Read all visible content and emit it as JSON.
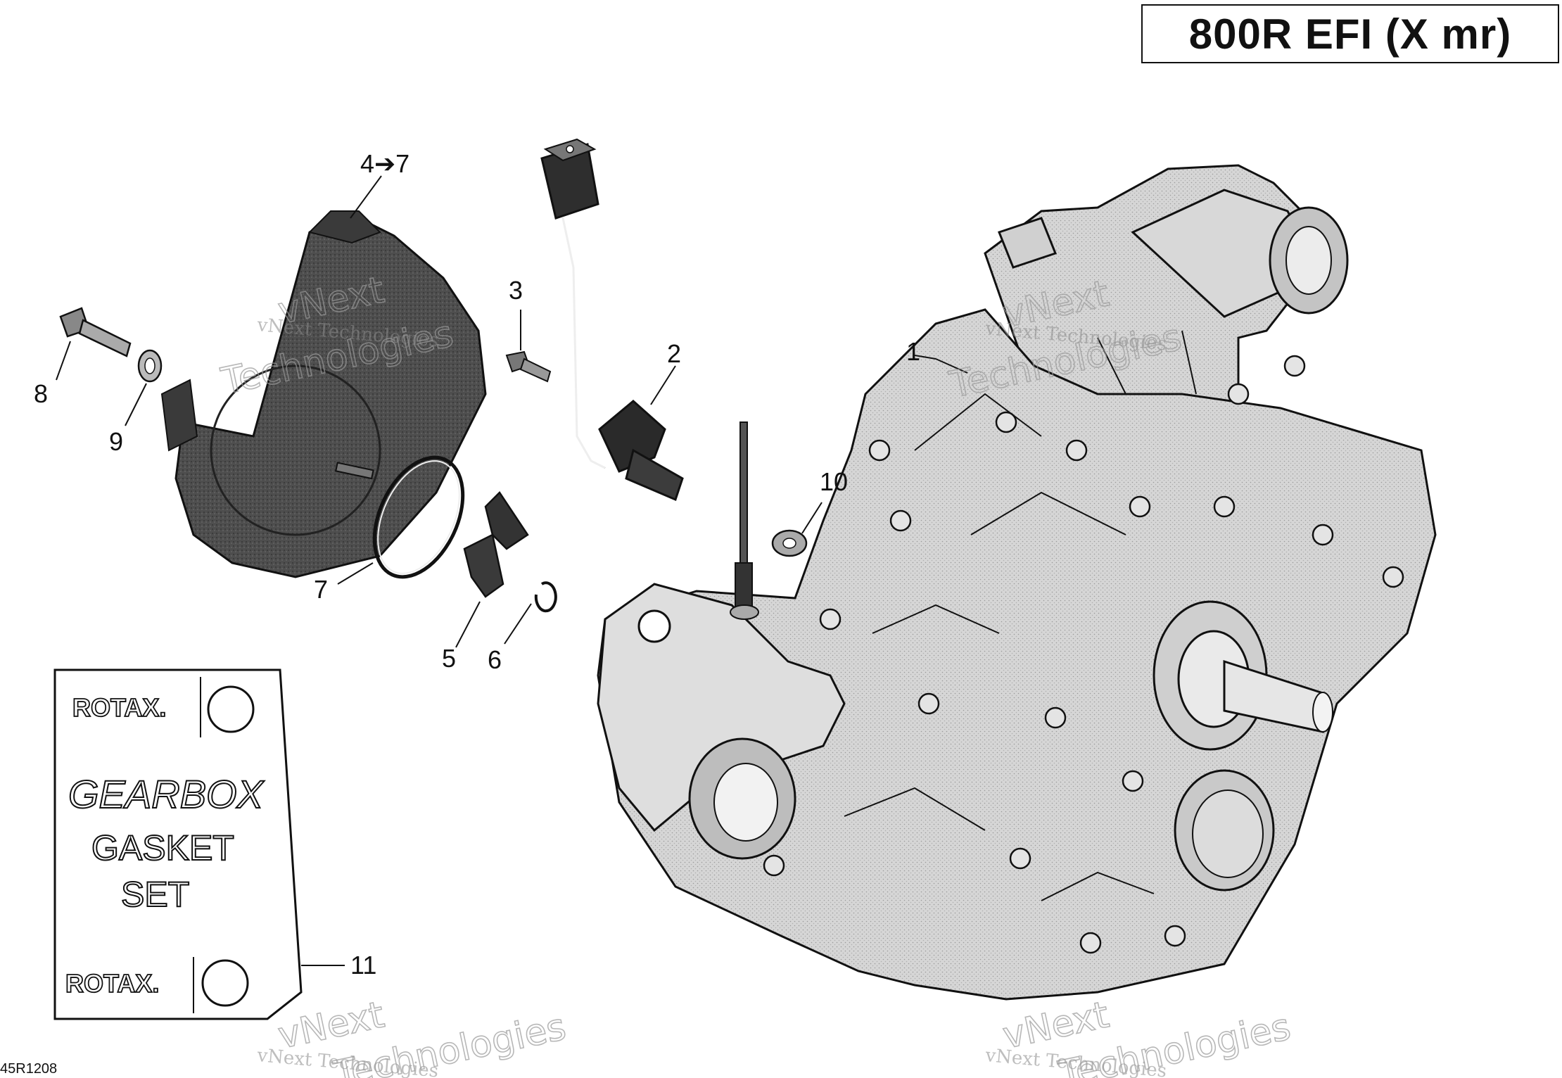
{
  "title": "800R EFI (X mr)",
  "drawing_code": "45R1208",
  "watermark": {
    "line1": "vNext",
    "line2": "Technologies",
    "small": "vNext Technologies"
  },
  "callouts": {
    "c1": "1",
    "c2": "2",
    "c3": "3",
    "c4to7": "4➔7",
    "c5": "5",
    "c6": "6",
    "c7": "7",
    "c8": "8",
    "c9": "9",
    "c10": "10",
    "c11": "11"
  },
  "gasket_kit": {
    "brand_top": "ROTAX.",
    "line1": "GEARBOX",
    "line2": "GASKET",
    "line3": "SET",
    "brand_bottom": "ROTAX."
  },
  "colors": {
    "ink": "#111111",
    "cover_dark": "#4a4a4a",
    "housing_light": "#d4d4d4",
    "watermark": "#8a8a8a"
  }
}
